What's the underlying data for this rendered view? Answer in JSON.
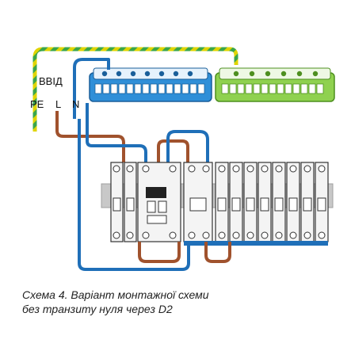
{
  "labels": {
    "input": "ВВІД",
    "pe": "PE",
    "l": "L",
    "n": "N"
  },
  "caption": {
    "line1": "Схема 4. Варіант монтажної схеми",
    "line2": "без транзиту нуля  через D2"
  },
  "colors": {
    "neutral_wire": "#1f6fb8",
    "phase_wire": "#a0522d",
    "earth_yellow": "#e0d400",
    "earth_green": "#3aa64a",
    "neutral_bus": "#2f8fd8",
    "earth_bus": "#8fd14f",
    "din_rail": "#c8c8c8",
    "breaker_body": "#f4f4f4",
    "breaker_outline": "#333333"
  },
  "components": {
    "neutral_bus": "neutral-bus-bar",
    "earth_bus": "earth-bus-bar",
    "rcd": "rcd-device",
    "breaker_count": 8
  }
}
